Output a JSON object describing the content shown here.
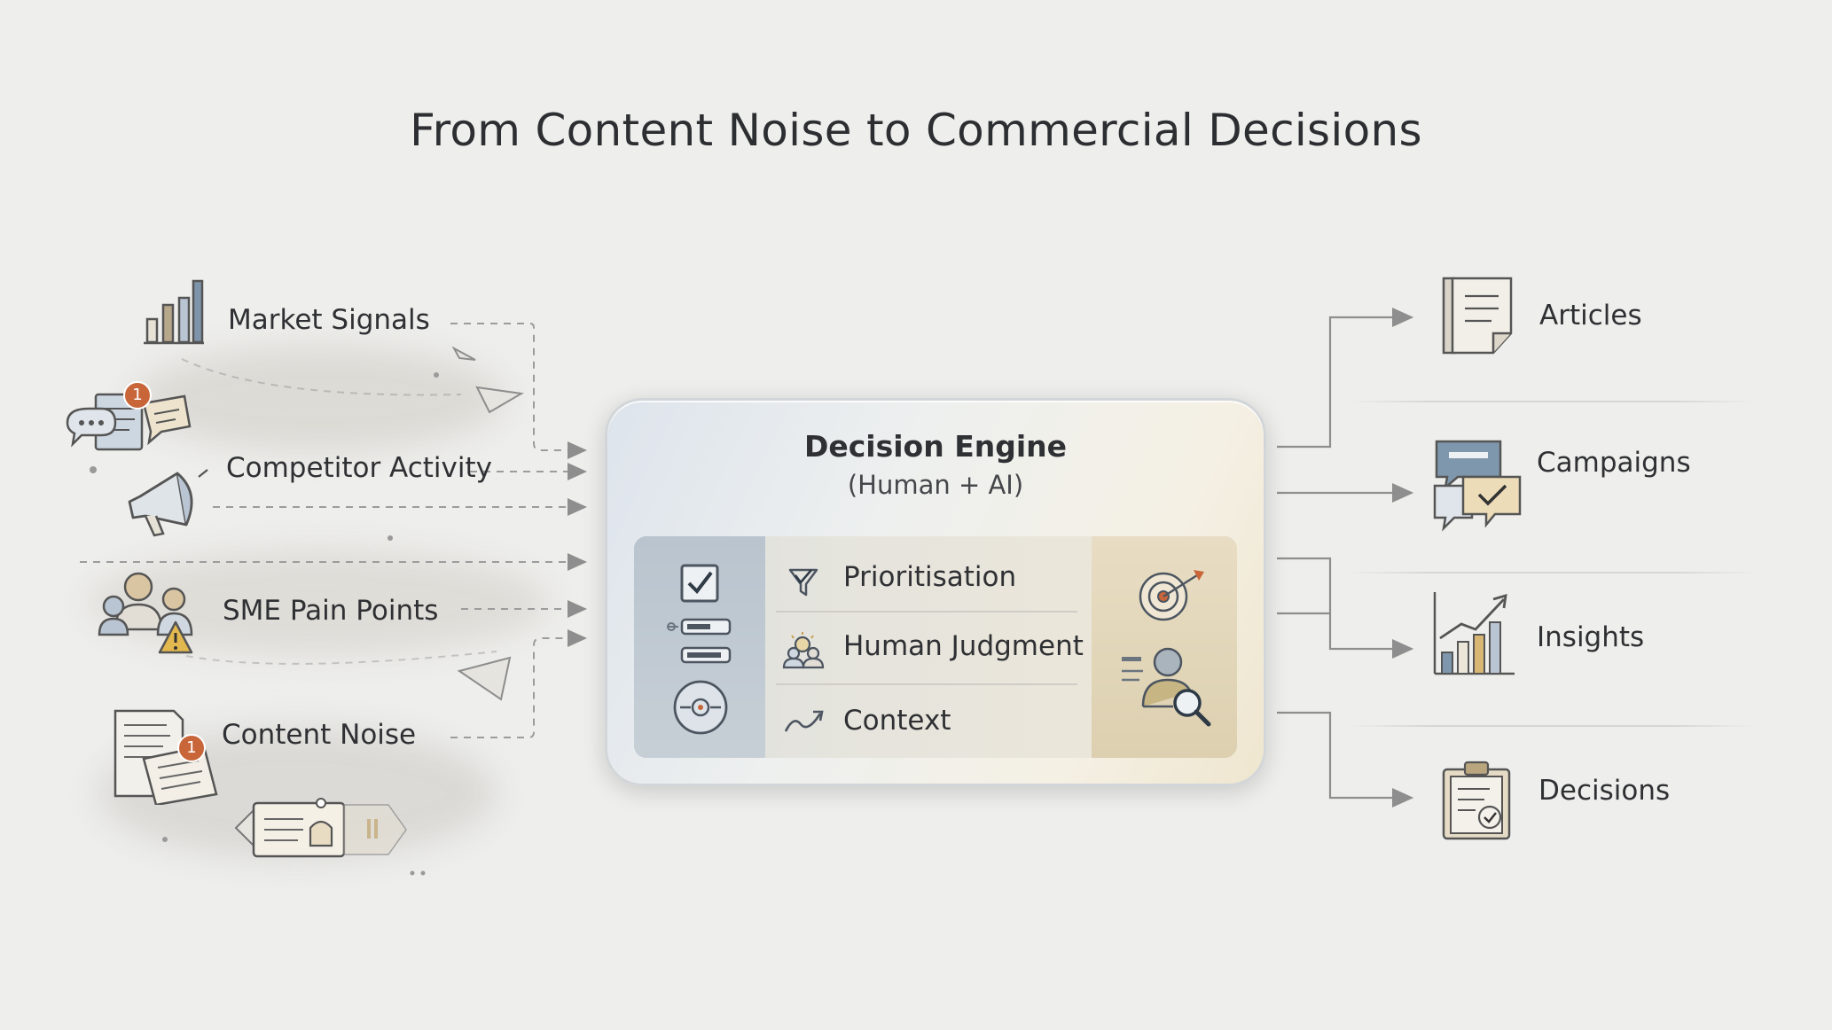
{
  "title": "From Content Noise to Commercial Decisions",
  "inputs": [
    {
      "label": "Market Signals",
      "icon": "bar-chart-icon"
    },
    {
      "label": "Competitor Activity",
      "icon": "megaphone-icon",
      "badge": "1"
    },
    {
      "label": "SME Pain Points",
      "icon": "people-warning-icon"
    },
    {
      "label": "Content Noise",
      "icon": "documents-icon",
      "badge": "1"
    }
  ],
  "engine": {
    "title": "Decision Engine",
    "subtitle": "(Human + AI)",
    "rows": [
      {
        "label": "Prioritisation",
        "icon": "funnel-check-icon"
      },
      {
        "label": "Human Judgment",
        "icon": "people-idea-icon"
      },
      {
        "label": "Context",
        "icon": "trend-arrow-icon"
      }
    ]
  },
  "outputs": [
    {
      "label": "Articles",
      "icon": "article-icon"
    },
    {
      "label": "Campaigns",
      "icon": "chat-check-icon"
    },
    {
      "label": "Insights",
      "icon": "growth-chart-icon"
    },
    {
      "label": "Decisions",
      "icon": "clipboard-check-icon"
    }
  ],
  "colors": {
    "accent_orange": "#c8663a",
    "accent_gold": "#caa45e",
    "accent_blue": "#7f97ad",
    "line": "#9a9a9a"
  }
}
